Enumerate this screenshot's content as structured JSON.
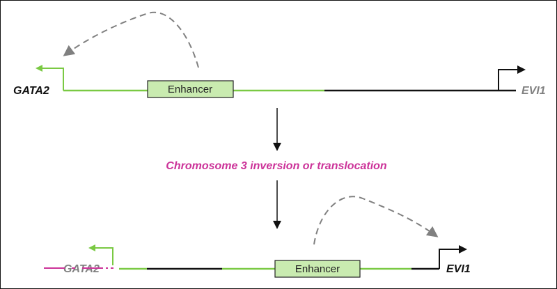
{
  "colors": {
    "green": "#7ac943",
    "black": "#111111",
    "gray": "#808080",
    "magenta": "#cc3399",
    "enhancer_fill": "#c9ebb0",
    "enhancer_stroke": "#222222"
  },
  "top": {
    "left_gene": "GATA2",
    "enhancer": "Enhancer",
    "right_gene": "EVI1"
  },
  "event": {
    "label": "Chromosome 3 inversion or translocation"
  },
  "bottom": {
    "left_gene": "GATA2",
    "enhancer": "Enhancer",
    "right_gene": "EVI1"
  }
}
